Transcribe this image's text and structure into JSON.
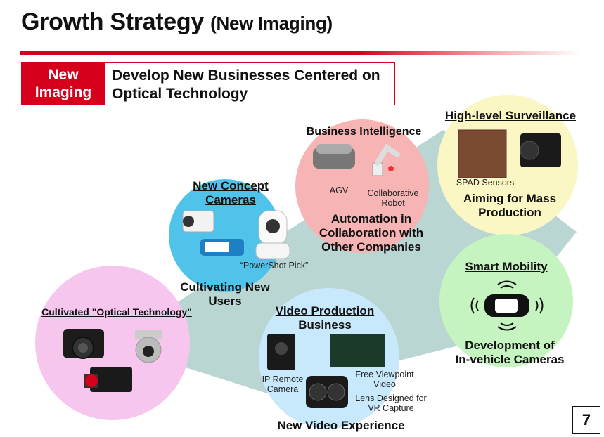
{
  "header": {
    "title": "Growth Strategy",
    "subtitle": "(New Imaging)"
  },
  "banner": {
    "tag_line1": "New",
    "tag_line2": "Imaging",
    "text_line1": "Develop New Businesses Centered on",
    "text_line2": "Optical Technology"
  },
  "circles": {
    "optical": {
      "title": "Cultivated \"Optical Technology\""
    },
    "cameras": {
      "title_line1": "New Concept",
      "title_line2": "Cameras",
      "caption": "“PowerShot Pick”",
      "footer_line1": "Cultivating New",
      "footer_line2": "Users"
    },
    "business": {
      "title": "Business Intelligence",
      "agv": "AGV",
      "robot_line1": "Collaborative",
      "robot_line2": "Robot",
      "footer_line1": "Automation in",
      "footer_line2": "Collaboration with",
      "footer_line3": "Other Companies"
    },
    "surveillance": {
      "title": "High-level Surveillance",
      "spad": "SPAD Sensors",
      "footer_line1": "Aiming for Mass",
      "footer_line2": "Production"
    },
    "mobility": {
      "title": "Smart Mobility",
      "footer_line1": "Development of",
      "footer_line2": "In-vehicle Cameras"
    },
    "video": {
      "title_line1": "Video Production",
      "title_line2": "Business",
      "ip_line1": "IP Remote",
      "ip_line2": "Camera",
      "fv_line1": "Free Viewpoint",
      "fv_line2": "Video",
      "vr_line1": "Lens Designed for",
      "vr_line2": "VR Capture",
      "footer": "New Video Experience"
    }
  },
  "page_number": "7",
  "colors": {
    "accent_red": "#d6001c",
    "optical": "#f7c6ef",
    "cameras": "#4fc3ea",
    "business": "#f6b4b4",
    "surveillance": "#fbf7c4",
    "mobility": "#c6f4c0",
    "video": "#c8e8fb",
    "backdrop": "#b9d6d3"
  }
}
